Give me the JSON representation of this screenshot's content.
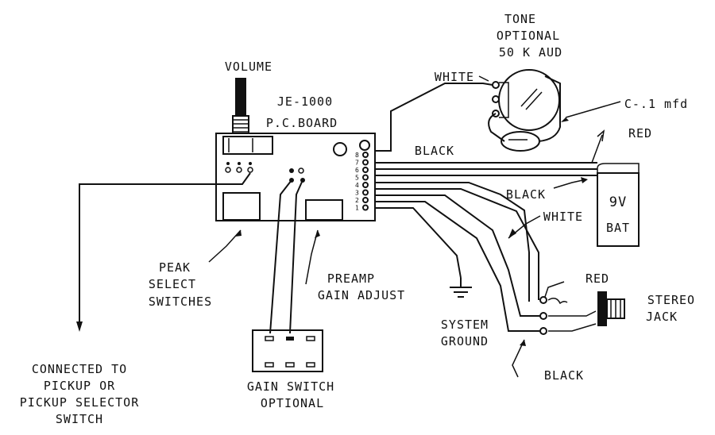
{
  "labels": {
    "tone": [
      "TONE",
      "OPTIONAL",
      "50 K AUD"
    ],
    "volume": "VOLUME",
    "board": [
      "JE-1000",
      "P.C.BOARD"
    ],
    "white_top": "WHITE",
    "capacitor": "C-.1 mfd",
    "red_top": "RED",
    "black_mid": "BLACK",
    "black_bat": "BLACK",
    "white_mid": "WHITE",
    "battery": [
      "9V",
      "BAT"
    ],
    "peak": [
      "PEAK",
      "SELECT",
      "SWITCHES"
    ],
    "preamp": [
      "PREAMP",
      "GAIN ADJUST"
    ],
    "red_jack": "RED",
    "stereo": [
      "STEREO",
      "JACK"
    ],
    "ground": [
      "SYSTEM",
      "GROUND"
    ],
    "black_bottom": "BLACK",
    "gain": [
      "GAIN SWITCH",
      "OPTIONAL"
    ],
    "connected": [
      "CONNECTED TO",
      "PICKUP OR",
      "PICKUP SELECTOR",
      "SWITCH"
    ]
  },
  "pin_labels": [
    "8",
    "7",
    "6",
    "5",
    "4",
    "3",
    "2",
    "1"
  ]
}
